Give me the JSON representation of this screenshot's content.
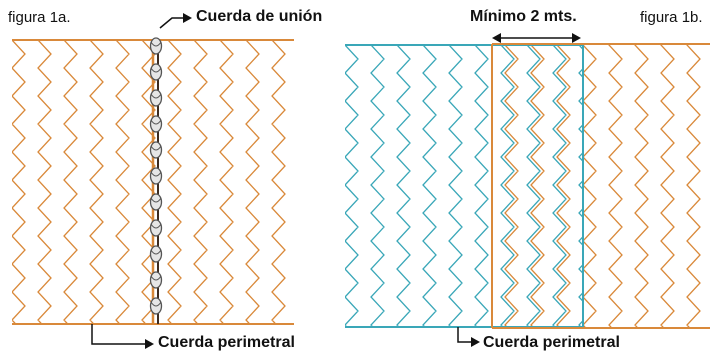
{
  "figure_a": {
    "caption": "figura 1a.",
    "joining_rope_label": "Cuerda de unión",
    "perimeter_rope_label": "Cuerda perimetral"
  },
  "figure_b": {
    "caption": "figura 1b.",
    "overlap_label": "Mínimo 2 mts.",
    "perimeter_rope_label": "Cuerda perimetral"
  },
  "colors": {
    "orange_net": "#d9893a",
    "teal_net": "#3aa7b8",
    "rope_dark": "#3b2a1f",
    "knot_fill": "#e6e6e6",
    "arrow": "#111111"
  }
}
